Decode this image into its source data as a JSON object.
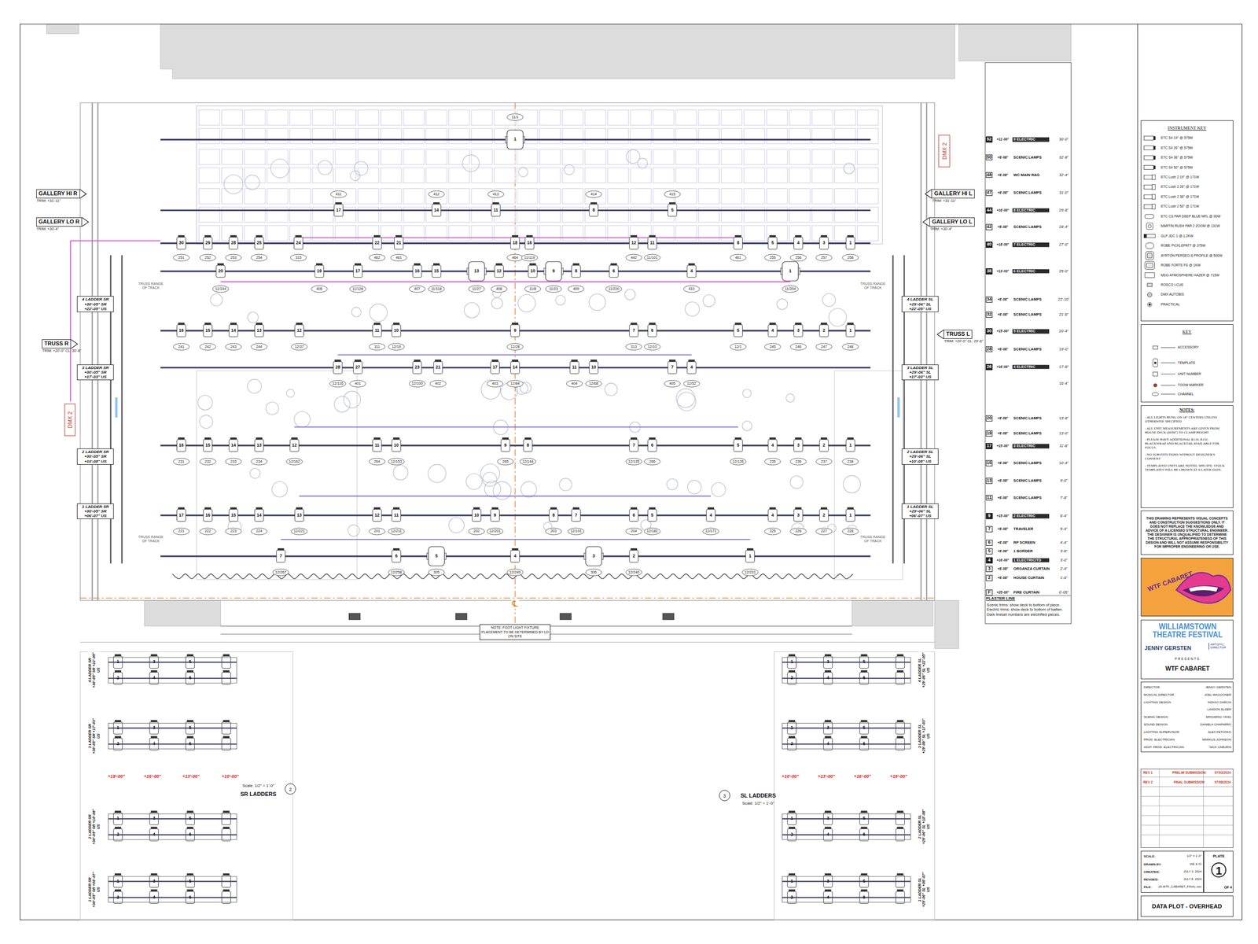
{
  "diagram": {
    "nodes": [
      {
        "text": [
          "GALLERY HI R",
          "TRIM: +31'-11\""
        ]
      },
      {
        "text": [
          "GALLERY LO R",
          "TRIM: +30'-4\""
        ]
      },
      {
        "text": [
          "TRUSS R",
          "TRIM: +20'-0\" CL: 30'-6\""
        ]
      },
      {
        "text": [
          "GALLERY HI L",
          "TRIM: +31'-11\""
        ]
      },
      {
        "text": [
          "GALLERY LO L",
          "TRIM: +30'-4\""
        ]
      },
      {
        "text": [
          "TRUSS L",
          "TRIM: +20'-0\" CL: 29'-6\""
        ]
      },
      {
        "text": [
          "DMX 2"
        ]
      },
      {
        "text": [
          "DMX 2"
        ]
      },
      {
        "text": [
          "4 LADDER SR +30'-05\" SR +22'-05\" US"
        ]
      },
      {
        "text": [
          "3 LADDER SR +30'-05\" SR +17'-03\" US"
        ]
      },
      {
        "text": [
          "2 LADDER SR +30'-05\" SR +10'-08\" US"
        ]
      },
      {
        "text": [
          "1 LADDER SR +30'-05\" SR +06'-07\" US"
        ]
      },
      {
        "text": [
          "4 LADDER SL +29'-06\" SL +22'-05\" US"
        ]
      },
      {
        "text": [
          "3 LADDER SL +29'-06\" SL +17'-03\" US"
        ]
      },
      {
        "text": [
          "2 LADDER SL +29'-06\" SL +10'-08\" US"
        ]
      },
      {
        "text": [
          "1 LADDER SL +29'-06\" SL +06'-07\" US"
        ]
      },
      {
        "text": [
          "NOTE: FOOT LIGHT FIXTURE PLACEMENT TO BE DETERMINED BY LD ON SITE"
        ]
      },
      {
        "text": [
          "2"
        ]
      },
      {
        "text": [
          "3"
        ]
      },
      {
        "text": [
          "INSTRUMENT KEY"
        ]
      },
      {
        "text": [
          "KEY"
        ]
      },
      {
        "text": [
          "NOTES:",
          "- ALL LIGHTS HUNG ON 18\" CENTERS UNLESS OTHERWISE SPECIFIED",
          "- ALL UNIT MEASUREMENTS ARE GIVEN FROM HOUSE DECK (00'00\") TO CLAMP HEIGHT",
          "- PLEASE HAVE ADDITIONAL R119, R132, BLACKWRAP AND BLACKTAK AVAILABLE FOR FOCUS",
          "- NO SUBSTITUTIONS WITHOUT DESIGNER'S CONSENT",
          "- TEMPLATED UNITS ARE NOTED. SPECIFIC STOCK TEMPLATES WILL BE CHOSEN AT A LATER DATE."
        ]
      },
      {
        "text": [
          "THIS DRAWING REPRESENTS VISUAL CONCEPTS AND CONSTRUCTION SUGGESTIONS ONLY. IT DOES NOT REPLACE THE KNOWLEDGE AND ADVICE OF A LICENSED STRUCTURAL ENGINEER. THE DESIGNER IS UNQUALIFIED TO DETERMINE THE STRUCTURAL APPROPRIATENESS OF THIS DESIGN AND WILL NOT ASSUME RESPONSIBILITY FOR IMPROPER ENGINEERING OR USE."
        ]
      },
      {
        "text": [
          "WTF CABARET"
        ]
      },
      {
        "text": [
          "WILLIAMSTOWN THEATRE FESTIVAL",
          "JENNY GERSTEN",
          "ARTISTIC DIRECTOR",
          "PRESENTS",
          "WTF CABARET"
        ]
      },
      {
        "text": [
          "DIRECTOR",
          "JENNY GERSTEN",
          "MUSICAL DIRECTOR",
          "JOEL WAGGONER",
          "LIGHTING DESIGN",
          "INDIGO GARCIA",
          "LANDON ELDER",
          "SCENIC DESIGN",
          "MINGMING YANG",
          "SOUND DESIGN",
          "DANIELA CHAPARRO",
          "LIGHTING SUPERVISOR",
          "ALEX FETCHKO",
          "PROD. ELECTRICIAN",
          "MARKUS JOHNSON",
          "ASST. PROD. ELECTRICIAN",
          "NICK CABURIS"
        ]
      },
      {
        "text": [
          "REV 1",
          "PRELIM SUBMISSION",
          "07/03/2024",
          "REV 2",
          "FINAL SUBMISSION",
          "07/08/2024"
        ]
      },
      {
        "text": [
          "SCALE:",
          "1/2\" = 1'-0\"",
          "DRAWN BY:",
          "IAE & IG",
          "CREATED:",
          "JULY 3, 2024",
          "REVISED:",
          "JULY 8, 2024",
          "FILE:",
          "25-WTF_CABARET_FINAL.vwx"
        ]
      },
      {
        "text": [
          "PLATE",
          "1",
          "OF 4"
        ]
      },
      {
        "text": [
          "DATA PLOT - OVERHEAD"
        ]
      }
    ],
    "labels": [
      "52",
      "+11'-00\"",
      "9 ELECTRIC",
      "30'-0\"",
      "50",
      "+8'-08\"",
      "SCENIC LAMPS",
      "32'-8\"",
      "48",
      "+8'-08\"",
      "WC MAIN RAG",
      "32'-4\"",
      "47",
      "+8'-08\"",
      "SCENIC LAMPS",
      "31'-0\"",
      "44",
      "+16'-00\"",
      "8 ELECTRIC",
      "29'-8\"",
      "42",
      "+8'-08\"",
      "SCENIC LAMPS",
      "28'-4\"",
      "40",
      "+18'-00\"",
      "7 ELECTRIC",
      "27'-0\"",
      "38",
      "+13'-03\"",
      "6 ELECTRIC",
      "25'-0\"",
      "34",
      "+8'-08\"",
      "SCENIC LAMPS",
      "22'-10\"",
      "32",
      "+8'-08\"",
      "SCENIC LAMPS",
      "21'-6\"",
      "30",
      "+15'-00\"",
      "5 ELECTRIC",
      "20'-4\"",
      "28",
      "+8'-08\"",
      "SCENIC LAMPS",
      "19'-0\"",
      "26",
      "+16'-00\"",
      "4 ELECTRIC",
      "17'-8\"",
      "16'-4\"",
      "20",
      "+8'-08\"",
      "SCENIC LAMPS",
      "13'-8\"",
      "19",
      "+8'-08\"",
      "SCENIC LAMPS",
      "13'-0\"",
      "17",
      "+15'-00\"",
      "3 ELECTRIC",
      "11'-8\"",
      "15",
      "+8'-08\"",
      "SCENIC LAMPS",
      "10'-4\"",
      "13",
      "+8'-08\"",
      "SCENIC LAMPS",
      "9'-0\"",
      "11",
      "+8'-08\"",
      "SCENIC LAMPS",
      "7'-8\"",
      "9",
      "+15'-00\"",
      "2 ELECTRIC",
      "6'-4\"",
      "7",
      "+8'-08\"",
      "TRAVELER",
      "5'-4\"",
      "6",
      "+8'-08\"",
      "RP SCREEN",
      "4'-4\"",
      "5",
      "+8'-08\"",
      "1 BORDER",
      "3'-6\"",
      "4",
      "+16'-00\"",
      "1 ELECTRIC/TD",
      "3'-0\"",
      "3",
      "+8'-08\"",
      "ORGANZA CURTAIN",
      "2'-4\"",
      "2",
      "+8'-08\"",
      "HOUSE CURTAIN",
      "1'-6\"",
      "F",
      "+25'-00\"",
      "FIRE CURTAIN",
      "0'-05\"",
      "PLASTER LINE",
      "Scenic trims: show deck to bottom of piece. Electric trims: show deck to bottom of batten. Dark lineset numbers are electrified pieces.",
      "TRUSS RANGE OF TRACK",
      "TRUSS RANGE OF TRACK",
      "TRUSS RANGE OF TRACK",
      "TRUSS RANGE OF TRACK",
      "℄",
      "1",
      "11/1",
      "17",
      "411",
      "14",
      "412",
      "11",
      "413",
      "8",
      "414",
      "5",
      "415",
      "30",
      "251",
      "29",
      "252",
      "28",
      "253",
      "25",
      "254",
      "24",
      "315",
      "22",
      "462",
      "21",
      "461",
      "18",
      "464",
      "16",
      "11/119",
      "12",
      "442",
      "11",
      "11/101",
      "8",
      "461",
      "5",
      "255",
      "4",
      "256",
      "3",
      "257",
      "1",
      "258",
      "20",
      "11/144",
      "19",
      "406",
      "17",
      "11/128",
      "16",
      "407",
      "15",
      "11/118",
      "13",
      "11/27",
      "12",
      "408",
      "10",
      "11/8",
      "9",
      "11/23",
      "8",
      "409",
      "6",
      "11/220",
      "4",
      "410",
      "1",
      "11/204",
      "16",
      "241",
      "15",
      "242",
      "14",
      "243",
      "13",
      "244",
      "12",
      "12/37",
      "11",
      "311",
      "10",
      "12/19",
      "9",
      "12/28",
      "7",
      "313",
      "6",
      "12/10",
      "5",
      "12/1",
      "4",
      "245",
      "3",
      "246",
      "2",
      "247",
      "1",
      "248",
      "28",
      "12/116",
      "27",
      "401",
      "23",
      "12/100",
      "21",
      "402",
      "17",
      "403",
      "14",
      "12/84",
      "11",
      "404",
      "10",
      "12/68",
      "7",
      "405",
      "4",
      "12/52",
      "16",
      "231",
      "15",
      "232",
      "14",
      "233",
      "13",
      "234",
      "12",
      "12/162",
      "11",
      "264",
      "10",
      "12/153",
      "9",
      "265",
      "8",
      "12/144",
      "7",
      "12/135",
      "6",
      "266",
      "5",
      "12/126",
      "4",
      "235",
      "3",
      "236",
      "2",
      "237",
      "1",
      "238",
      "17",
      "221",
      "16",
      "222",
      "15",
      "223",
      "14",
      "224",
      "13",
      "12/221",
      "12",
      "201",
      "11",
      "12/211",
      "10",
      "202",
      "9",
      "12/201",
      "8",
      "203",
      "7",
      "12/191",
      "6",
      "204",
      "5",
      "12/181",
      "4",
      "12/171",
      "4",
      "225",
      "3",
      "226",
      "2",
      "227",
      "1",
      "228",
      "7",
      "12/267",
      "6",
      "12/258",
      "5",
      "305",
      "4",
      "12/249",
      "3",
      "306",
      "2",
      "12/240",
      "1",
      "12/231",
      "+19'-00\"",
      "+16'-00\"",
      "+13'-00\"",
      "+10'-00\"",
      "+10'-00\"",
      "+13'-00\"",
      "+16'-00\"",
      "+19'-00\"",
      "1",
      "2",
      "3",
      "4",
      "5",
      "6",
      "1",
      "2",
      "3",
      "4",
      "5",
      "6",
      "1",
      "2",
      "3",
      "4",
      "5",
      "6",
      "1",
      "2",
      "3",
      "4",
      "5",
      "6",
      "1",
      "2",
      "3",
      "4",
      "5",
      "6",
      "1",
      "2",
      "3",
      "4",
      "5",
      "6",
      "1",
      "2",
      "3",
      "4",
      "5",
      "6",
      "1",
      "2",
      "3",
      "4",
      "5",
      "6",
      "4 LADDER SR +30'-05\" SR +22'-05\" US",
      "3 LADDER SR +30'-05\" SR +17'-03\" US",
      "2 LADDER SR +30'-05\" SR +10'-08\" US",
      "1 LADDER SR +30'-05\" SR +06'-07\" US",
      "4 LADDER SL +29'-06\" SL +22'-05\" US",
      "3 LADDER SL +29'-06\" SL +17'-03\" US",
      "2 LADDER SL +29'-06\" SL +10'-08\" US",
      "1 LADDER SL +29'-06\" SL +06'-07\" US",
      "Scale: 1/2\" = 1'-0\"",
      "SR LADDERS",
      "SL LADDERS",
      "Scale: 1/2\" = 1'-0\""
    ],
    "legend": [
      {
        "text": "ETC S4 19° @ 575W"
      },
      {
        "text": "ETC S4 26° @ 575W"
      },
      {
        "text": "ETC S4 36° @ 575W"
      },
      {
        "text": "ETC S4 50° @ 575W"
      },
      {
        "text": "ETC Lustr 2 19° @ 171W"
      },
      {
        "text": "ETC Lustr 2 26° @ 171W"
      },
      {
        "text": "ETC Lustr 2 36° @ 171W"
      },
      {
        "text": "ETC Lustr 2 50° @ 171W"
      },
      {
        "text": "ETC CS PAR DEEP BLUE MFL @ 90W"
      },
      {
        "text": "MARTIN RUSH PAR 2 ZOOM @ 131W"
      },
      {
        "text": "GLP JDC 1 @ 1.2KW"
      },
      {
        "text": "ROBE PICKLEPATT @ 375W"
      },
      {
        "text": "AYRTON PERSEO-S PROFILE @ 500W"
      },
      {
        "text": "ROBE FORTE FS @ 1KW"
      },
      {
        "text": "MDG ATMOSPHERE HAZER @ 715W"
      },
      {
        "text": "ROSCO I-CUE"
      },
      {
        "text": "DMX AUTOBIS"
      },
      {
        "text": "PRACTICAL"
      },
      {
        "text": "ACCESSORY"
      },
      {
        "text": "TEMPLATE"
      },
      {
        "text": "UNIT NUMBER"
      },
      {
        "text": "TOOW MARKER"
      },
      {
        "text": "CHANNEL"
      }
    ]
  }
}
